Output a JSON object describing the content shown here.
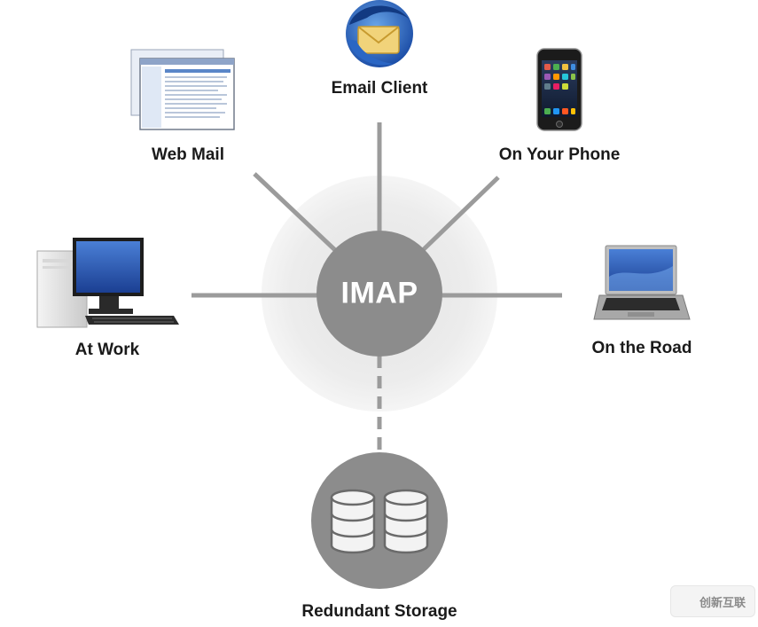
{
  "diagram": {
    "hub_label": "IMAP",
    "nodes": {
      "email_client": "Email Client",
      "web_mail": "Web Mail",
      "on_your_phone": "On Your Phone",
      "at_work": "At Work",
      "on_the_road": "On the Road",
      "redundant_storage": "Redundant Storage"
    }
  },
  "watermark": {
    "text": "创新互联"
  },
  "colors": {
    "hub": "#8c8c8c",
    "halo": "#ececec",
    "connector": "#9b9b9b",
    "label": "#1a1a1a"
  },
  "icons": [
    "thunderbird-icon",
    "webmail-screenshot-icon",
    "smartphone-icon",
    "desktop-computer-icon",
    "laptop-icon",
    "database-icon"
  ]
}
